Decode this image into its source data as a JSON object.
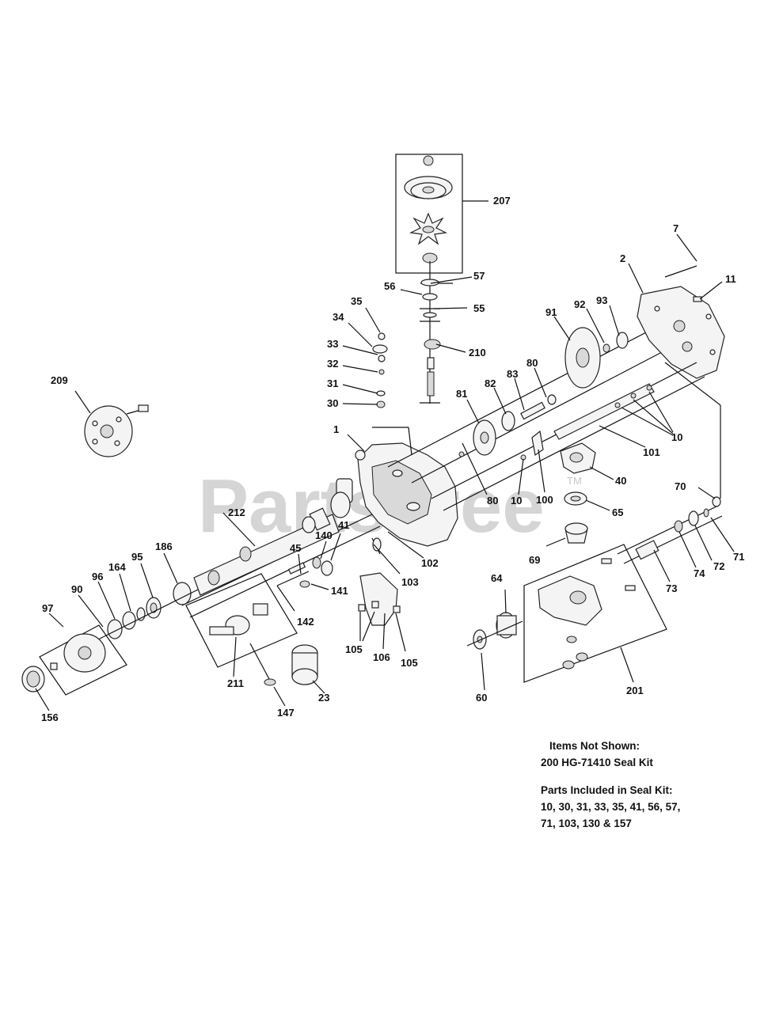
{
  "watermark": {
    "text": "PartsTree",
    "tm": "TM"
  },
  "callouts": {
    "c1": "1",
    "c2": "2",
    "c7": "7",
    "c10a": "10",
    "c10b": "10",
    "c11": "11",
    "c23": "23",
    "c30": "30",
    "c31": "31",
    "c32": "32",
    "c33": "33",
    "c34": "34",
    "c35": "35",
    "c40": "40",
    "c41": "41",
    "c45": "45",
    "c55": "55",
    "c56": "56",
    "c57": "57",
    "c60": "60",
    "c64": "64",
    "c65": "65",
    "c69": "69",
    "c70": "70",
    "c71": "71",
    "c72": "72",
    "c73": "73",
    "c74": "74",
    "c80a": "80",
    "c80b": "80",
    "c81": "81",
    "c82": "82",
    "c83": "83",
    "c90": "90",
    "c91": "91",
    "c92": "92",
    "c93": "93",
    "c95": "95",
    "c96": "96",
    "c97": "97",
    "c100": "100",
    "c101": "101",
    "c102": "102",
    "c103": "103",
    "c105a": "105",
    "c105b": "105",
    "c106": "106",
    "c140": "140",
    "c141": "141",
    "c142": "142",
    "c147": "147",
    "c156": "156",
    "c164": "164",
    "c186": "186",
    "c201": "201",
    "c207": "207",
    "c209": "209",
    "c210": "210",
    "c211": "211",
    "c212": "212"
  },
  "notes": {
    "not_shown_title": "Items Not Shown:",
    "not_shown_item": "200 HG-71410 Seal Kit",
    "seal_kit_title": "Parts Included in Seal Kit:",
    "seal_kit_line1": "10, 30, 31, 33, 35, 41, 56, 57,",
    "seal_kit_line2": "71, 103, 130 & 157"
  }
}
